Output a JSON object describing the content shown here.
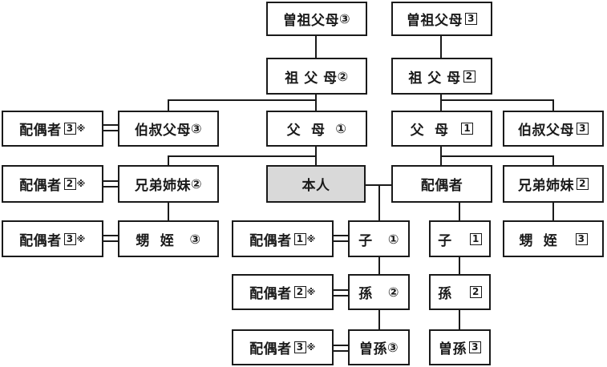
{
  "nodes": {
    "great_grandparents_3": {
      "label": "曽祖父母",
      "mark": "③"
    },
    "great_grandparents_3b": {
      "label": "曽祖父母",
      "boxed": "3"
    },
    "grandparents_2": {
      "label": "祖 父 母",
      "mark": "②"
    },
    "grandparents_2b": {
      "label": "祖 父 母",
      "boxed": "2"
    },
    "parents_1": {
      "label": "父  母",
      "mark": "①"
    },
    "parents_1b": {
      "label": "父  母",
      "boxed": "1"
    },
    "uncles_aunts_3": {
      "label": "伯叔父母",
      "mark": "③"
    },
    "uncles_aunts_3b": {
      "label": "伯叔父母",
      "boxed": "3"
    },
    "uncles_aunts_spouse": {
      "label": "配偶者",
      "boxed": "3",
      "note": "※"
    },
    "siblings_2": {
      "label": "兄弟姉妹",
      "mark": "②"
    },
    "siblings_2b": {
      "label": "兄弟姉妹",
      "boxed": "2"
    },
    "siblings_spouse": {
      "label": "配偶者",
      "boxed": "2",
      "note": "※"
    },
    "nephews_nieces_3": {
      "label": "甥  姪",
      "mark": "③"
    },
    "nephews_nieces_3b": {
      "label": "甥  姪",
      "boxed": "3"
    },
    "nephews_spouse": {
      "label": "配偶者",
      "boxed": "3",
      "note": "※"
    },
    "self": {
      "label": "本人"
    },
    "spouse": {
      "label": "配偶者"
    },
    "child_1": {
      "label": "子",
      "mark": "①"
    },
    "child_1b": {
      "label": "子",
      "boxed": "1"
    },
    "child_spouse": {
      "label": "配偶者",
      "boxed": "1",
      "note": "※"
    },
    "grandchild_2": {
      "label": "孫",
      "mark": "②"
    },
    "grandchild_2b": {
      "label": "孫",
      "boxed": "2"
    },
    "grandchild_spouse": {
      "label": "配偶者",
      "boxed": "2",
      "note": "※"
    },
    "great_grandchild_3": {
      "label": "曽孫",
      "mark": "③"
    },
    "great_grandchild_3b": {
      "label": "曽孫",
      "boxed": "3"
    },
    "great_grandchild_spouse": {
      "label": "配偶者",
      "boxed": "3",
      "note": "※"
    }
  }
}
